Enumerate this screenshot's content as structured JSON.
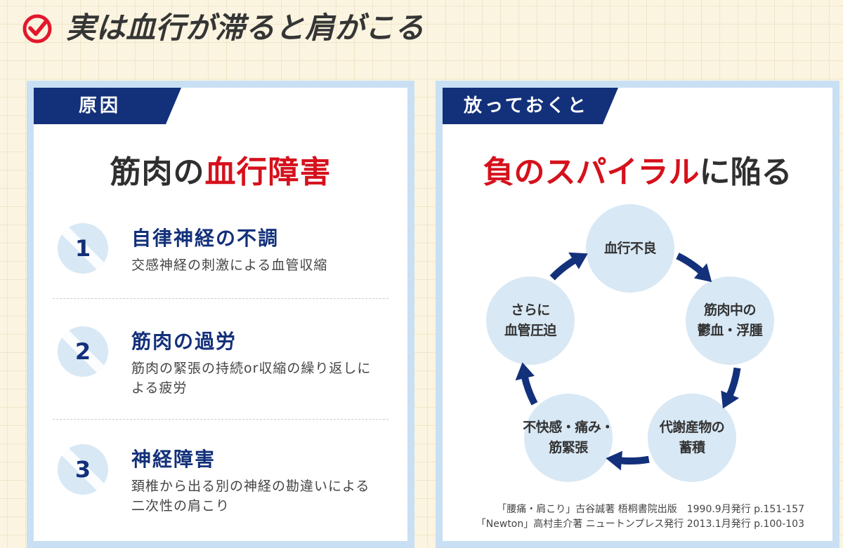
{
  "page_title": "実は血行が滞ると肩がこる",
  "icons": {
    "title_icon": "check-circle-icon"
  },
  "colors": {
    "background": "#fbf4e1",
    "title_icon_red": "#e3172c",
    "accent_red": "#d5111c",
    "navy": "#13307a",
    "panel_frame": "#c9e0f4",
    "circle_fill": "#d8e8f5"
  },
  "cause_panel": {
    "tag": "原因",
    "heading": {
      "plain": "筋肉の",
      "accent": "血行障害"
    },
    "causes": [
      {
        "number": "1",
        "title": "自律神経の不調",
        "description": [
          "交感神経の刺激による血管収縮"
        ]
      },
      {
        "number": "2",
        "title": "筋肉の過労",
        "description": [
          "筋肉の緊張の持続or収縮の繰り返しに",
          "よる疲労"
        ]
      },
      {
        "number": "3",
        "title": "神経障害",
        "description": [
          "頚椎から出る別の神経の勘違いによる",
          "二次性の肩こり"
        ]
      }
    ]
  },
  "consequence_panel": {
    "tag": "放っておくと",
    "heading": {
      "accent": "負のスパイラル",
      "plain": "に陥る"
    },
    "cycle_nodes": [
      {
        "lines": [
          "血行不良"
        ]
      },
      {
        "lines": [
          "筋肉中の",
          "鬱血・浮腫"
        ]
      },
      {
        "lines": [
          "代謝産物の",
          "蓄積"
        ]
      },
      {
        "lines": [
          "不快感・痛み・",
          "筋緊張"
        ]
      },
      {
        "lines": [
          "さらに",
          "血管圧迫"
        ]
      }
    ],
    "references": [
      "「腰痛・肩こり」古谷誠著 梧桐書院出版　1990.9月発行 p.151-157",
      "「Newton」高村圭介著 ニュートンプレス発行 2013.1月発行 p.100-103"
    ]
  }
}
